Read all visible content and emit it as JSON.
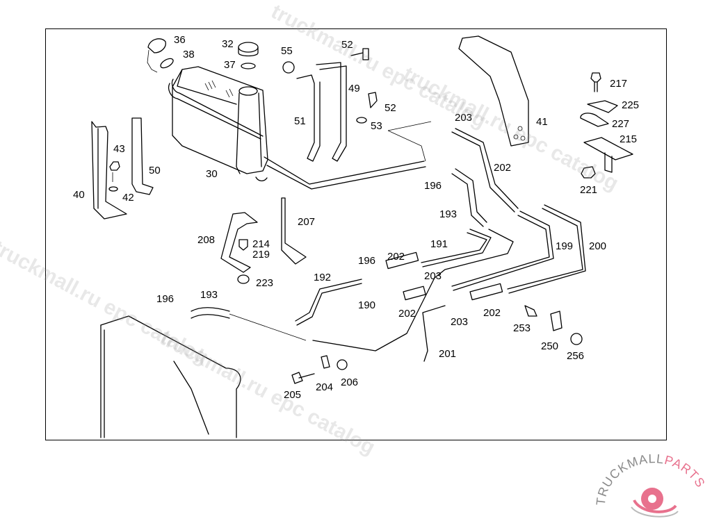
{
  "diagram": {
    "title": "Coolant expansion tank and hoses parts diagram",
    "part_labels": [
      {
        "id": "36",
        "text": "36"
      },
      {
        "id": "38",
        "text": "38"
      },
      {
        "id": "32",
        "text": "32"
      },
      {
        "id": "37",
        "text": "37"
      },
      {
        "id": "55",
        "text": "55"
      },
      {
        "id": "52a",
        "text": "52"
      },
      {
        "id": "49",
        "text": "49"
      },
      {
        "id": "52b",
        "text": "52"
      },
      {
        "id": "53",
        "text": "53"
      },
      {
        "id": "51",
        "text": "51"
      },
      {
        "id": "30",
        "text": "30"
      },
      {
        "id": "43",
        "text": "43"
      },
      {
        "id": "50",
        "text": "50"
      },
      {
        "id": "40",
        "text": "40"
      },
      {
        "id": "42",
        "text": "42"
      },
      {
        "id": "41",
        "text": "41"
      },
      {
        "id": "203a",
        "text": "203"
      },
      {
        "id": "202a",
        "text": "202"
      },
      {
        "id": "196a",
        "text": "196"
      },
      {
        "id": "193a",
        "text": "193"
      },
      {
        "id": "217",
        "text": "217"
      },
      {
        "id": "225",
        "text": "225"
      },
      {
        "id": "227",
        "text": "227"
      },
      {
        "id": "215",
        "text": "215"
      },
      {
        "id": "221",
        "text": "221"
      },
      {
        "id": "207",
        "text": "207"
      },
      {
        "id": "208",
        "text": "208"
      },
      {
        "id": "214",
        "text": "214"
      },
      {
        "id": "219",
        "text": "219"
      },
      {
        "id": "223",
        "text": "223"
      },
      {
        "id": "191",
        "text": "191"
      },
      {
        "id": "199",
        "text": "199"
      },
      {
        "id": "200",
        "text": "200"
      },
      {
        "id": "196b",
        "text": "196"
      },
      {
        "id": "202b",
        "text": "202"
      },
      {
        "id": "192",
        "text": "192"
      },
      {
        "id": "203b",
        "text": "203"
      },
      {
        "id": "190",
        "text": "190"
      },
      {
        "id": "202c",
        "text": "202"
      },
      {
        "id": "203c",
        "text": "203"
      },
      {
        "id": "202d",
        "text": "202"
      },
      {
        "id": "196c",
        "text": "196"
      },
      {
        "id": "193b",
        "text": "193"
      },
      {
        "id": "253",
        "text": "253"
      },
      {
        "id": "250",
        "text": "250"
      },
      {
        "id": "256",
        "text": "256"
      },
      {
        "id": "201",
        "text": "201"
      },
      {
        "id": "204",
        "text": "204"
      },
      {
        "id": "206",
        "text": "206"
      },
      {
        "id": "205",
        "text": "205"
      }
    ]
  },
  "watermarks": [
    "truckmall.ru epc catalog",
    "truckmall.ru epc catalog",
    "truckmall.ru epc catalog",
    "truckmall.ru epc catalog"
  ],
  "logo": {
    "text_gray": "TRUCKMALL",
    "text_pink": "PARTS",
    "pink": "#e8718d",
    "gray": "#8a8a8a"
  }
}
